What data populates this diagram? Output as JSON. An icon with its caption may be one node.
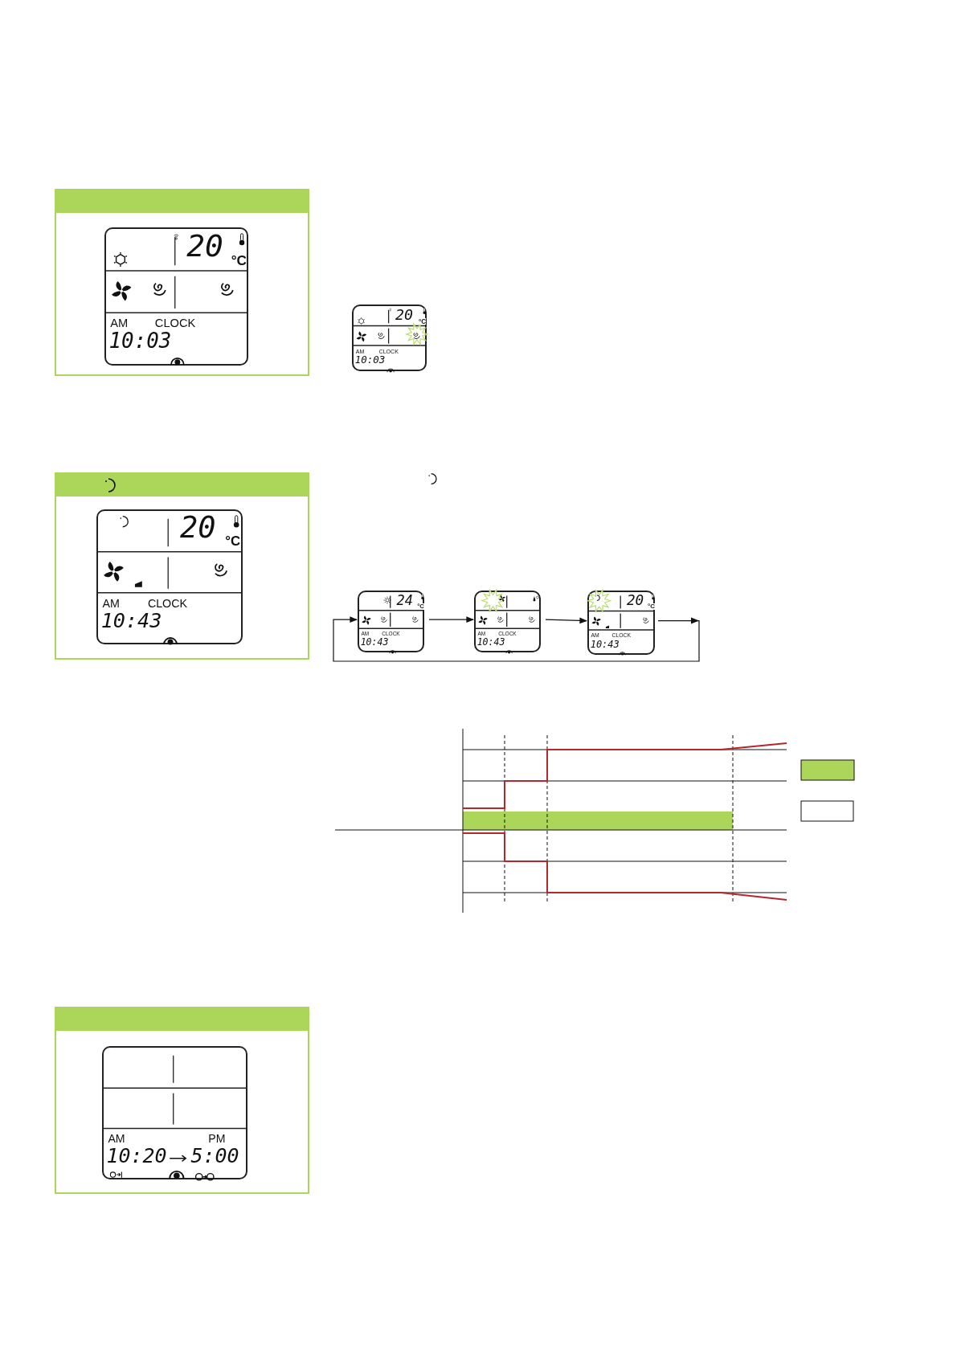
{
  "diagram": {
    "nodes": [
      {
        "text": [
          "20",
          "°C",
          "AM",
          "CLOCK",
          "10:03"
        ]
      },
      {
        "text": [
          "20",
          "°C",
          "AM",
          "CLOCK",
          "10:03"
        ]
      },
      {
        "text": [
          "20",
          "°C",
          "AM",
          "CLOCK",
          "10:43"
        ]
      },
      {
        "text": [
          "24",
          "°C",
          "AM",
          "CLOCK",
          "10:43"
        ]
      },
      {
        "text": [
          "AM",
          "CLOCK",
          "10:43"
        ]
      },
      {
        "text": [
          "20",
          "°C",
          "AM",
          "CLOCK",
          "10:43"
        ]
      },
      {
        "text": [
          "AM",
          "PM",
          "10:20",
          "5:00"
        ]
      }
    ],
    "edges": [
      {
        "from": 3,
        "to": 4,
        "arrow": "to"
      },
      {
        "from": 4,
        "to": 5,
        "arrow": "to"
      },
      {
        "from": 5,
        "to": 3,
        "arrow": "to"
      }
    ]
  }
}
